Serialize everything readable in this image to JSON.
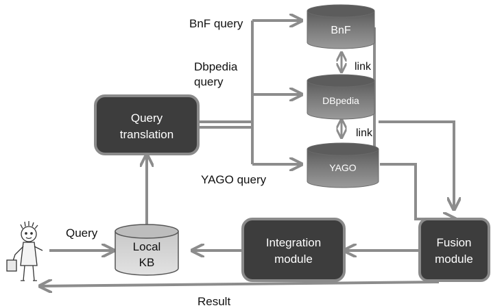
{
  "diagram": {
    "queries": {
      "bnf": "BnF query",
      "dbpedia_line1": "Dbpedia",
      "dbpedia_line2": "query",
      "yago": "YAGO query",
      "user": "Query"
    },
    "sources": {
      "bnf": "BnF",
      "dbpedia": "DBpedia",
      "yago": "YAGO"
    },
    "links": {
      "top": "link",
      "bottom": "link"
    },
    "modules": {
      "query_translation_line1": "Query",
      "query_translation_line2": "translation",
      "integration_line1": "Integration",
      "integration_line2": "module",
      "fusion_line1": "Fusion",
      "fusion_line2": "module"
    },
    "local_kb": {
      "line1": "Local",
      "line2": "KB"
    },
    "result": "Result"
  },
  "colors": {
    "arrow": "#8c8c8c",
    "module_fill": "#3d3d3d",
    "module_border": "#8a8a8a",
    "cylinder_dark": "#6e6e6e",
    "cylinder_light": "#d6d6d6",
    "text_dark": "#111111",
    "text_light": "#ffffff"
  }
}
